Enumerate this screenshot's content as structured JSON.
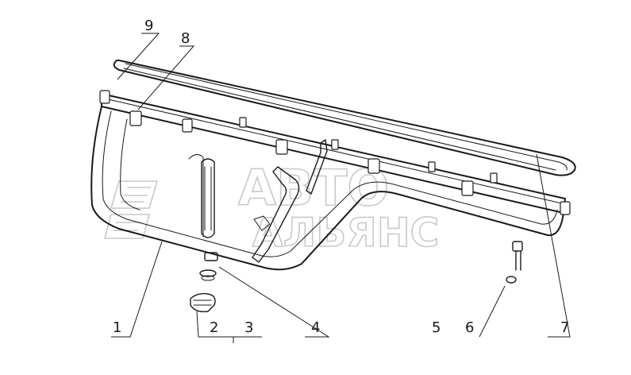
{
  "callouts": [
    {
      "id": "1",
      "label": "1"
    },
    {
      "id": "2",
      "label": "2"
    },
    {
      "id": "3",
      "label": "3"
    },
    {
      "id": "4",
      "label": "4"
    },
    {
      "id": "5",
      "label": "5"
    },
    {
      "id": "6",
      "label": "6"
    },
    {
      "id": "7",
      "label": "7"
    },
    {
      "id": "8",
      "label": "8"
    },
    {
      "id": "9",
      "label": "9"
    }
  ],
  "watermark": {
    "line1": "АВТО",
    "line2": "АЛЬЯНС"
  }
}
